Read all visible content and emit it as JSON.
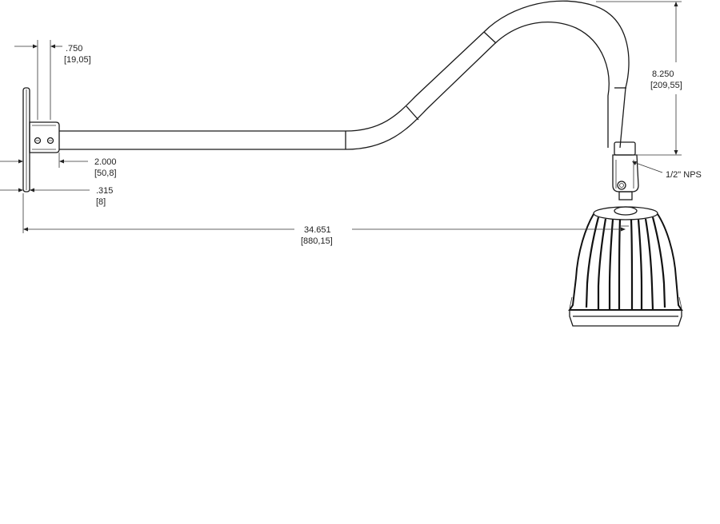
{
  "dimensions": {
    "d750": {
      "value": ".750",
      "metric": "[19,05]"
    },
    "d2000": {
      "value": "2.000",
      "metric": "[50,8]"
    },
    "d315": {
      "value": ".315",
      "metric": "[8]"
    },
    "d34651": {
      "value": "34.651",
      "metric": "[880,15]"
    },
    "d8250": {
      "value": "8.250",
      "metric": "[209,55]"
    },
    "nps": {
      "value": "1/2\" NPS"
    }
  }
}
